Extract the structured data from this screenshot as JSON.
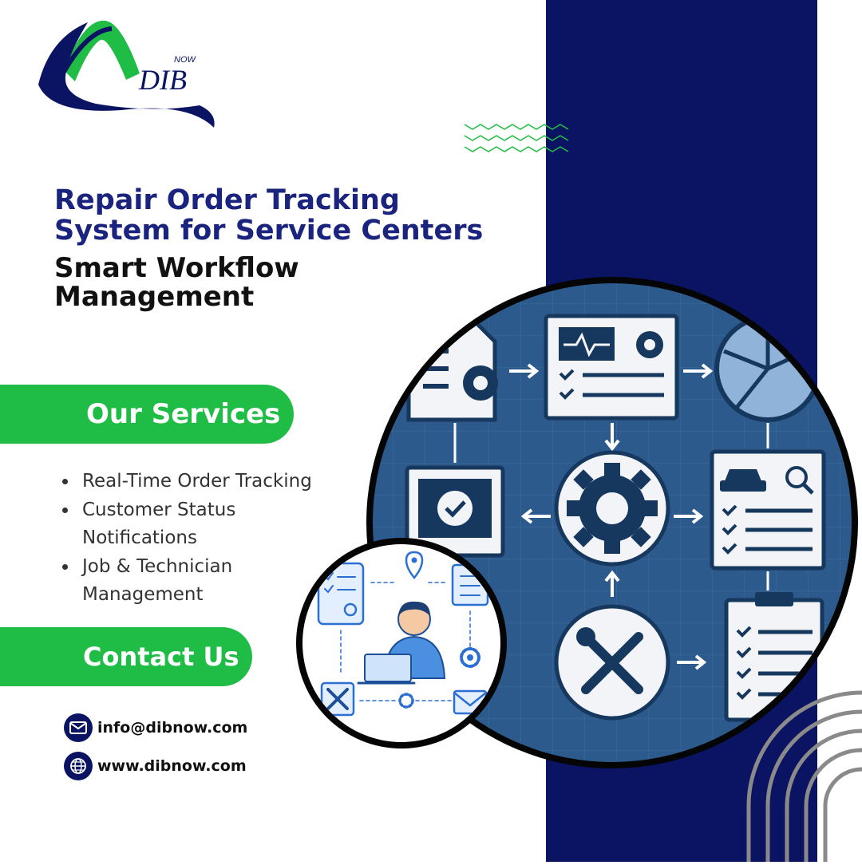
{
  "brand": {
    "logo_word": "DIB",
    "logo_small": "NOW",
    "colors": {
      "navy": "#0b1463",
      "title_blue": "#1a237e",
      "green": "#1fbd45",
      "panel_blue": "#2d5a8c"
    }
  },
  "headline": {
    "title_line1": "Repair Order Tracking",
    "title_line2": "System for Service Centers",
    "subtitle_line1": "Smart Workflow",
    "subtitle_line2": "Management"
  },
  "services": {
    "heading": "Our Services",
    "items": [
      {
        "line1": "Real-Time Order Tracking",
        "line2": ""
      },
      {
        "line1": "Customer Status",
        "line2": "Notifications"
      },
      {
        "line1": "Job & Technician",
        "line2": "Management"
      }
    ]
  },
  "contact": {
    "heading": "Contact Us",
    "email": "info@dibnow.com",
    "website": "www.dibnow.com",
    "email_icon": "envelope-icon",
    "website_icon": "globe-icon"
  },
  "illustrations": {
    "workflow_icons": [
      "document-gear-icon",
      "monitor-gear-icon",
      "pie-chart-icon",
      "monitor-check-icon",
      "gear-icon",
      "car-checklist-icon",
      "tools-icon",
      "clipboard-icon"
    ],
    "technician_icons": [
      "tablet-checklist-icon",
      "location-pin-icon",
      "technician-laptop-icon",
      "tools-icon",
      "gear-icon",
      "envelope-icon"
    ]
  }
}
